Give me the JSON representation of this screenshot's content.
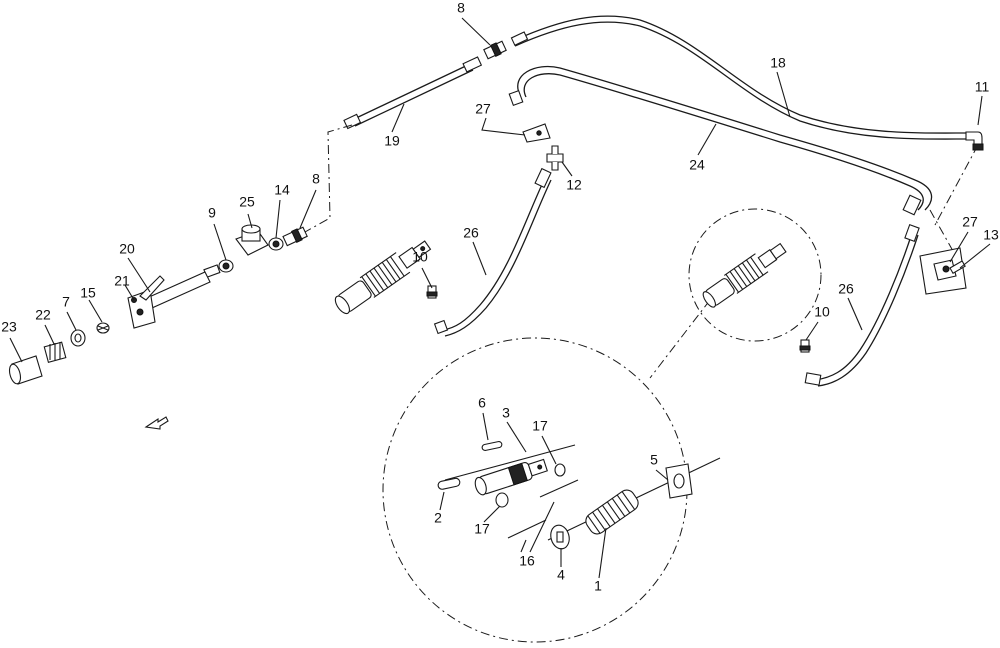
{
  "diagram": {
    "labels": [
      {
        "id": "l8a",
        "text": "8"
      },
      {
        "id": "l18",
        "text": "18"
      },
      {
        "id": "l11",
        "text": "11"
      },
      {
        "id": "l27a",
        "text": "27"
      },
      {
        "id": "l19",
        "text": "19"
      },
      {
        "id": "l12",
        "text": "12"
      },
      {
        "id": "l24",
        "text": "24"
      },
      {
        "id": "l8b",
        "text": "8"
      },
      {
        "id": "l9",
        "text": "9"
      },
      {
        "id": "l25",
        "text": "25"
      },
      {
        "id": "l14",
        "text": "14"
      },
      {
        "id": "l20",
        "text": "20"
      },
      {
        "id": "l21",
        "text": "21"
      },
      {
        "id": "l26a",
        "text": "26"
      },
      {
        "id": "l10a",
        "text": "10"
      },
      {
        "id": "l15",
        "text": "15"
      },
      {
        "id": "l7",
        "text": "7"
      },
      {
        "id": "l22",
        "text": "22"
      },
      {
        "id": "l23",
        "text": "23"
      },
      {
        "id": "l27b",
        "text": "27"
      },
      {
        "id": "l13",
        "text": "13"
      },
      {
        "id": "l26b",
        "text": "26"
      },
      {
        "id": "l10b",
        "text": "10"
      },
      {
        "id": "l6",
        "text": "6"
      },
      {
        "id": "l3",
        "text": "3"
      },
      {
        "id": "l17a",
        "text": "17"
      },
      {
        "id": "l5",
        "text": "5"
      },
      {
        "id": "l2",
        "text": "2"
      },
      {
        "id": "l17b",
        "text": "17"
      },
      {
        "id": "l16",
        "text": "16"
      },
      {
        "id": "l4",
        "text": "4"
      },
      {
        "id": "l1",
        "text": "1"
      }
    ]
  }
}
